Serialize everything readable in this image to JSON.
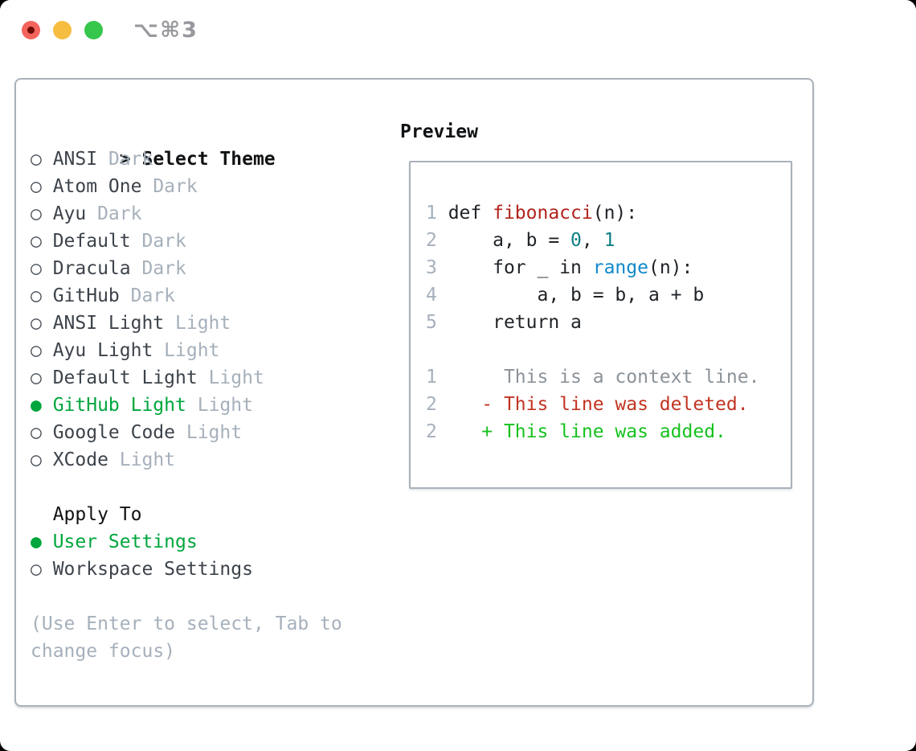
{
  "titlebar": {
    "shortcut": "⌥⌘3"
  },
  "icons": {
    "caret": ">",
    "radio_selected": "●",
    "radio_unselected": "○"
  },
  "theme_picker": {
    "title": "Select Theme",
    "themes": [
      {
        "name": "ANSI",
        "variant": "Dark",
        "selected": false
      },
      {
        "name": "Atom One",
        "variant": "Dark",
        "selected": false
      },
      {
        "name": "Ayu",
        "variant": "Dark",
        "selected": false
      },
      {
        "name": "Default",
        "variant": "Dark",
        "selected": false
      },
      {
        "name": "Dracula",
        "variant": "Dark",
        "selected": false
      },
      {
        "name": "GitHub",
        "variant": "Dark",
        "selected": false
      },
      {
        "name": "ANSI Light",
        "variant": "Light",
        "selected": false
      },
      {
        "name": "Ayu Light",
        "variant": "Light",
        "selected": false
      },
      {
        "name": "Default Light",
        "variant": "Light",
        "selected": false
      },
      {
        "name": "GitHub Light",
        "variant": "Light",
        "selected": true
      },
      {
        "name": "Google Code",
        "variant": "Light",
        "selected": false
      },
      {
        "name": "XCode",
        "variant": "Light",
        "selected": false
      }
    ]
  },
  "preview": {
    "title": "Preview",
    "code_lines": [
      {
        "segments": [
          [
            "1 ",
            "ln"
          ],
          [
            "def ",
            "code"
          ],
          [
            "fibonacci",
            "fn"
          ],
          [
            "(n):",
            "code"
          ]
        ]
      },
      {
        "segments": [
          [
            "2 ",
            "ln"
          ],
          [
            "    a, b = ",
            "code"
          ],
          [
            "0",
            "num"
          ],
          [
            ", ",
            "code"
          ],
          [
            "1",
            "num"
          ]
        ]
      },
      {
        "segments": [
          [
            "3 ",
            "ln"
          ],
          [
            "    for _ in ",
            "code"
          ],
          [
            "range",
            "call"
          ],
          [
            "(n):",
            "code"
          ]
        ]
      },
      {
        "segments": [
          [
            "4 ",
            "ln"
          ],
          [
            "        a, b = b, a + b",
            "code"
          ]
        ]
      },
      {
        "segments": [
          [
            "5 ",
            "ln"
          ],
          [
            "    return a",
            "code"
          ]
        ]
      }
    ],
    "diff_lines": [
      {
        "kind": "context",
        "segments": [
          [
            "1 ",
            "ln"
          ],
          [
            "     This is a context line.",
            "ctx"
          ]
        ]
      },
      {
        "kind": "deleted",
        "segments": [
          [
            "2 ",
            "ln"
          ],
          [
            "   - This line was deleted.",
            "del"
          ]
        ]
      },
      {
        "kind": "added",
        "segments": [
          [
            "2 ",
            "ln"
          ],
          [
            "   + This line was added.",
            "add"
          ]
        ]
      }
    ]
  },
  "apply_to": {
    "title": "Apply To",
    "options": [
      {
        "label": "User Settings",
        "selected": true
      },
      {
        "label": "Workspace Settings",
        "selected": false
      }
    ]
  },
  "hint": {
    "lines": [
      "(Use Enter to select, Tab to",
      "change focus)"
    ]
  },
  "colors": {
    "selection_green": "#00a63d",
    "added_green": "#16c21f",
    "deleted_red": "#c23422",
    "function_red": "#b2231d",
    "number_teal": "#0f7f85",
    "builtin_blue": "#1089ca",
    "muted_gray": "#a6b0bb",
    "text_dark": "#3d434b",
    "panel_border": "#a9b1ba",
    "traffic_red": "#f4645d",
    "traffic_yellow": "#f7bd40",
    "traffic_green": "#36c64c"
  }
}
